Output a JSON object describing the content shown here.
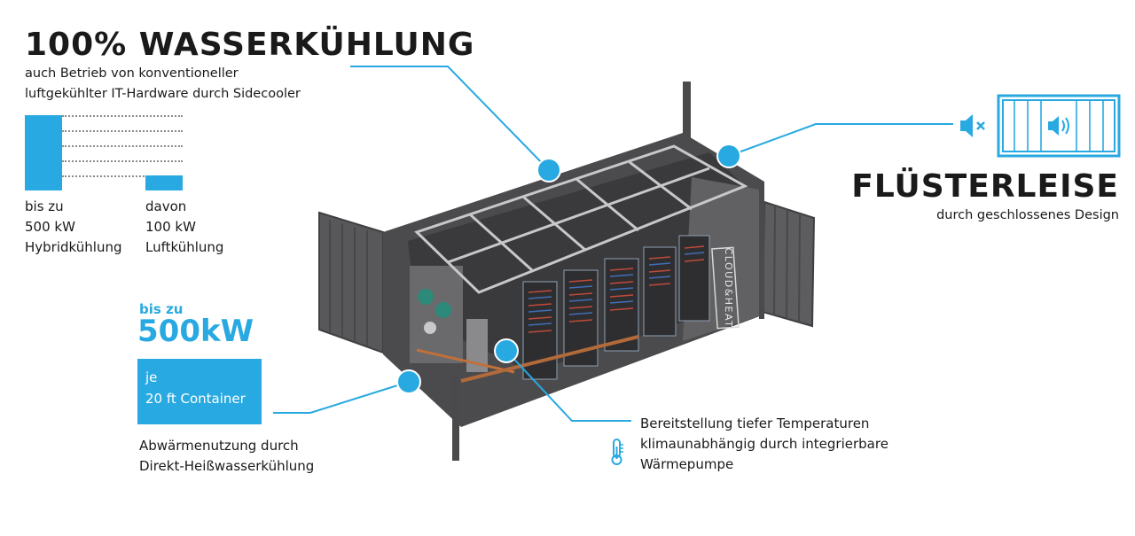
{
  "headline_cooling": {
    "title": "100% WASSERKÜHLUNG",
    "line1": "auch Betrieb von konventioneller",
    "line2": "luftgekühlter IT-Hardware durch Sidecooler"
  },
  "bar_compare": {
    "left": {
      "l1": "bis zu",
      "l2": "500 kW",
      "l3": "Hybridkühlung",
      "value_kw": 500
    },
    "right": {
      "l1": "davon",
      "l2": "100 kW",
      "l3": "Luftkühlung",
      "value_kw": 100
    }
  },
  "capacity": {
    "prefix": "bis zu",
    "value": "500kW",
    "box_line1": "je",
    "box_line2": "20 ft Container"
  },
  "waste_heat": {
    "line1": "Abwärmenutzung durch",
    "line2": "Direkt-Heißwasserkühlung"
  },
  "temperature": {
    "line1": "Bereitstellung tiefer Temperaturen",
    "line2": "klimaunabhängig durch integrierbare",
    "line3": "Wärmepumpe",
    "icon": "thermometer-icon"
  },
  "quiet": {
    "title": "FLÜSTERLEISE",
    "subtitle": "durch geschlossenes Design",
    "icons": [
      "speaker-muted-icon",
      "speaker-on-icon"
    ]
  },
  "container": {
    "brand_text": "CLOUD&HEAT"
  },
  "colors": {
    "accent": "#29a9e1",
    "container_gray": "#5a5a5c",
    "text": "#1a1a1a"
  }
}
